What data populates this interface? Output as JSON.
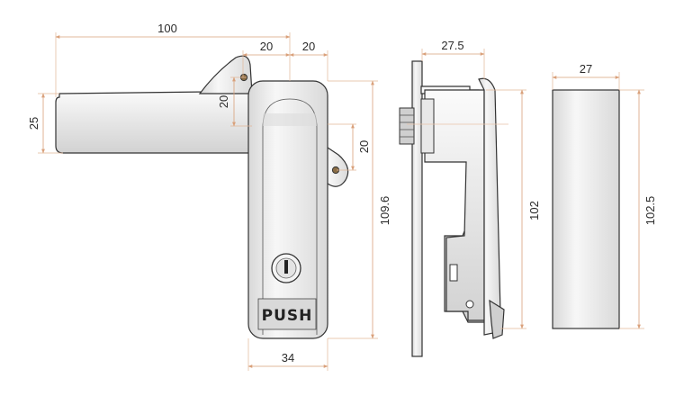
{
  "dimensions": {
    "handle_length": "100",
    "top_offset_a": "20",
    "top_offset_b": "20",
    "handle_width": "25",
    "hinge_offset_left": "20",
    "hinge_offset_right": "20",
    "body_height": "109.6",
    "body_width": "34",
    "side_depth": "27.5",
    "side_height": "102",
    "block_width": "27",
    "block_height": "102.5"
  },
  "labels": {
    "push": "PUSH"
  },
  "colors": {
    "dimension_line": "#d9a07a",
    "outline": "#333333",
    "body_fill": "#eeeeee",
    "label_fill": "#d8d8d8"
  }
}
